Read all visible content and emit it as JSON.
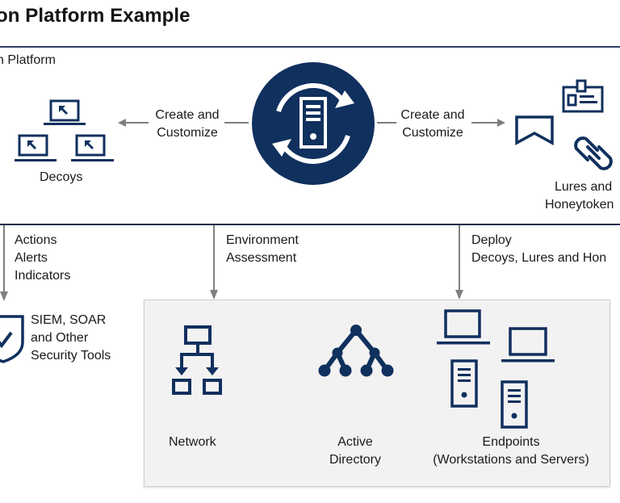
{
  "header": {
    "title": "on Platform Example",
    "platform_label": "n Platform"
  },
  "colors": {
    "navy": "#10305e",
    "arrow_gray": "#7f7f7f",
    "rule": "#2e3f63",
    "box_bg": "#f2f2f2"
  },
  "platform_hub": {
    "icon": "server-sync-icon"
  },
  "left_flow": {
    "arrow_label_line1": "Create and",
    "arrow_label_line2": "Customize",
    "target_label": "Decoys",
    "icon": "laptop-pointer-icon"
  },
  "right_flow": {
    "arrow_label_line1": "Create and",
    "arrow_label_line2": "Customize",
    "target_label_line1": "Lures and",
    "target_label_line2": "Honeytoken",
    "icons": [
      "bookmark-icon",
      "id-badge-icon",
      "link-icon"
    ]
  },
  "outputs": [
    {
      "lines": [
        "Actions",
        "Alerts",
        "Indicators"
      ]
    },
    {
      "lines": [
        "Environment",
        "Assessment"
      ]
    },
    {
      "lines": [
        "Deploy",
        "Decoys, Lures and Hon"
      ]
    }
  ],
  "security_tools": {
    "lines": [
      "SIEM, SOAR",
      "and Other",
      "Security Tools"
    ],
    "icon": "shield-check-icon"
  },
  "environment": {
    "network": {
      "label": "Network",
      "icon": "network-hierarchy-icon"
    },
    "active_directory": {
      "label_line1": "Active",
      "label_line2": "Directory",
      "icon": "tree-nodes-icon"
    },
    "endpoints": {
      "label_line1": "Endpoints",
      "label_line2": "(Workstations and Servers)",
      "icon": "laptop-server-icon"
    }
  }
}
